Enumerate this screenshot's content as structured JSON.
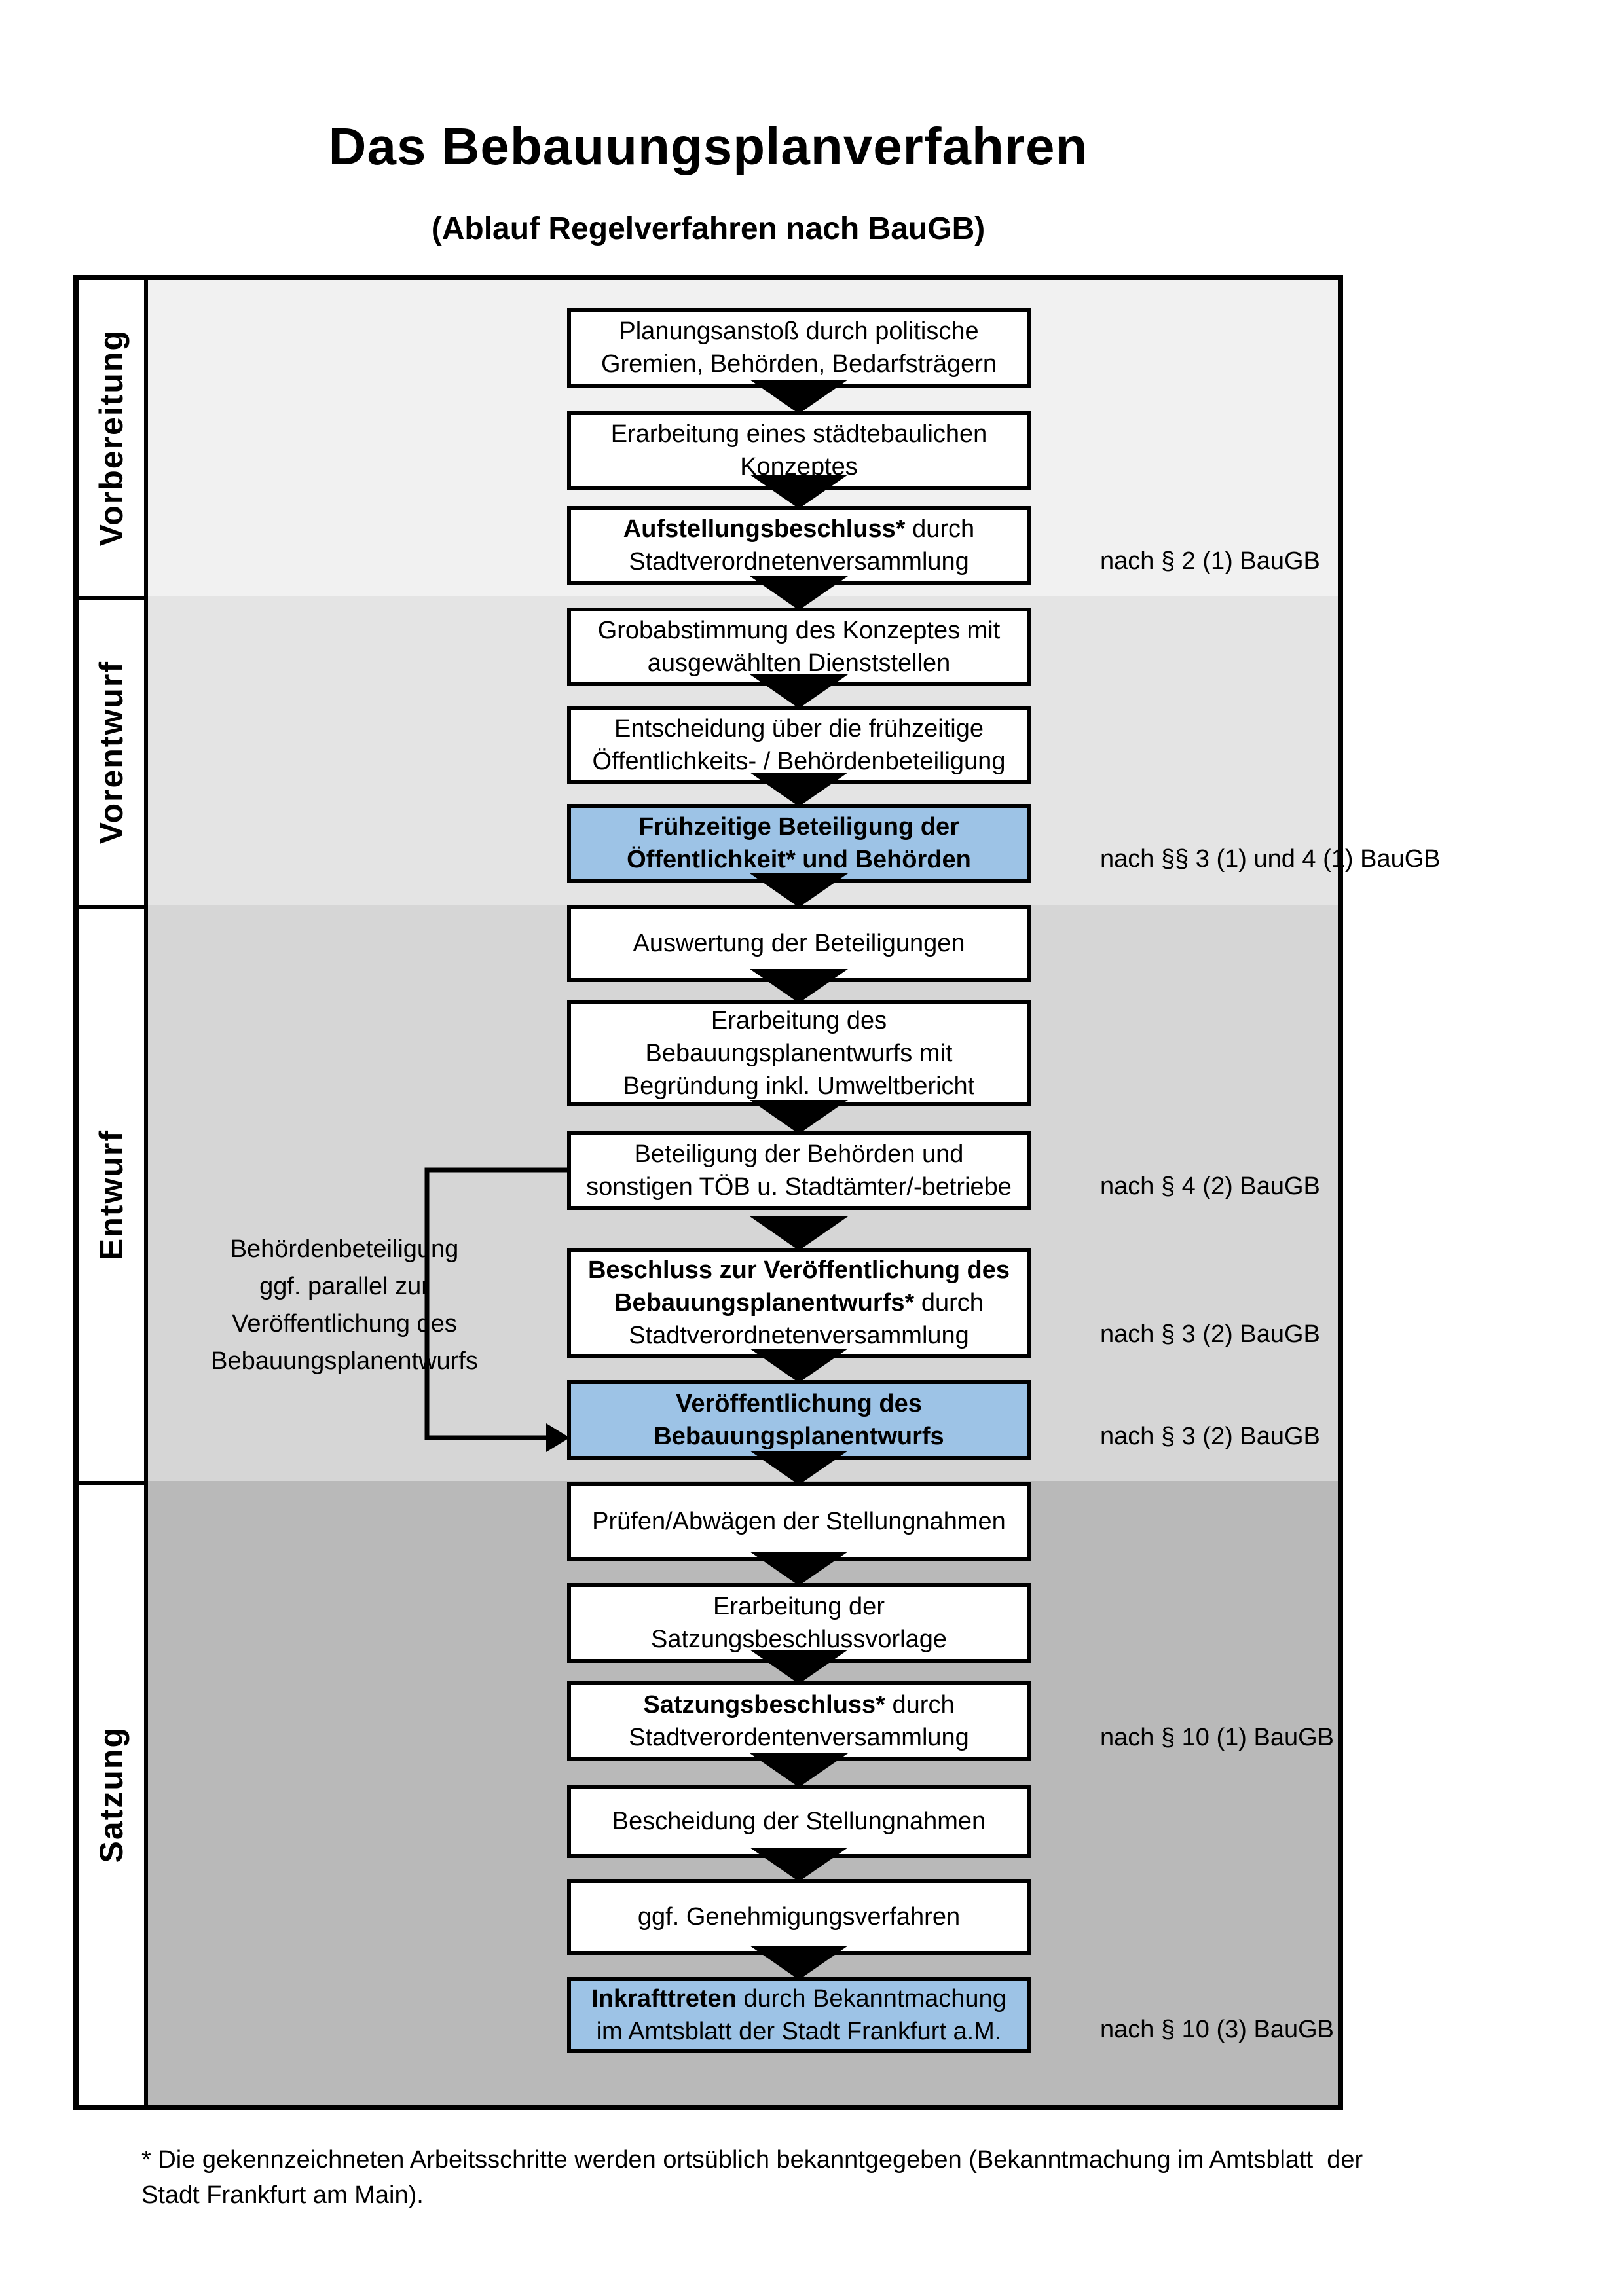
{
  "page": {
    "title": "Das Bebauungsplanverfahren",
    "subtitle": "(Ablauf Regelverfahren nach BauGB)",
    "footnote": "* Die gekennzeichneten Arbeitsschritte werden ortsüblich bekanntgegeben (Bekanntmachung im Amtsblatt  der Stadt Frankfurt am Main)."
  },
  "phases": [
    {
      "label": "Vorbereitung"
    },
    {
      "label": "Vorentwurf"
    },
    {
      "label": "Entwurf"
    },
    {
      "label": "Satzung"
    }
  ],
  "annotation": {
    "text": "Behördenbeteiligung\nggf. parallel zur\nVeröffentlichung des\nBebauungsplanentwurfs"
  },
  "steps": [
    {
      "lines": [
        [
          {
            "text": "Planungsanstoß durch politische",
            "bold": false
          }
        ],
        [
          {
            "text": "Gremien, Behörden, Bedarfsträgern",
            "bold": false
          }
        ]
      ],
      "highlight": false,
      "ref": null
    },
    {
      "lines": [
        [
          {
            "text": "Erarbeitung eines städtebaulichen",
            "bold": false
          }
        ],
        [
          {
            "text": "Konzeptes",
            "bold": false
          }
        ]
      ],
      "highlight": false,
      "ref": null
    },
    {
      "lines": [
        [
          {
            "text": "Aufstellungsbeschluss*",
            "bold": true
          },
          {
            "text": " durch",
            "bold": false
          }
        ],
        [
          {
            "text": "Stadtverordnetenversammlung",
            "bold": false
          }
        ]
      ],
      "highlight": false,
      "ref": "nach § 2 (1) BauGB"
    },
    {
      "lines": [
        [
          {
            "text": "Grobabstimmung des Konzeptes mit",
            "bold": false
          }
        ],
        [
          {
            "text": "ausgewählten Dienststellen",
            "bold": false
          }
        ]
      ],
      "highlight": false,
      "ref": null
    },
    {
      "lines": [
        [
          {
            "text": "Entscheidung über die frühzeitige",
            "bold": false
          }
        ],
        [
          {
            "text": "Öffentlichkeits- / Behördenbeteiligung",
            "bold": false
          }
        ]
      ],
      "highlight": false,
      "ref": null
    },
    {
      "lines": [
        [
          {
            "text": "Frühzeitige Beteiligung der",
            "bold": true
          }
        ],
        [
          {
            "text": "Öffentlichkeit* und Behörden",
            "bold": true
          }
        ]
      ],
      "highlight": true,
      "ref": "nach §§ 3 (1) und 4 (1) BauGB"
    },
    {
      "lines": [
        [
          {
            "text": "Auswertung der Beteiligungen",
            "bold": false
          }
        ]
      ],
      "highlight": false,
      "ref": null
    },
    {
      "lines": [
        [
          {
            "text": "Erarbeitung des",
            "bold": false
          }
        ],
        [
          {
            "text": "Bebauungsplanentwurfs mit",
            "bold": false
          }
        ],
        [
          {
            "text": "Begründung inkl. Umweltbericht",
            "bold": false
          }
        ]
      ],
      "highlight": false,
      "ref": null
    },
    {
      "lines": [
        [
          {
            "text": "Beteiligung der Behörden und",
            "bold": false
          }
        ],
        [
          {
            "text": "sonstigen TÖB u. Stadtämter/-betriebe",
            "bold": false
          }
        ]
      ],
      "highlight": false,
      "ref": "nach § 4 (2) BauGB"
    },
    {
      "lines": [
        [
          {
            "text": "Beschluss zur Veröffentlichung des",
            "bold": true
          }
        ],
        [
          {
            "text": "Bebauungsplanentwurfs*",
            "bold": true
          },
          {
            "text": " durch",
            "bold": false
          }
        ],
        [
          {
            "text": "Stadtverordnetenversammlung",
            "bold": false
          }
        ]
      ],
      "highlight": false,
      "ref": "nach § 3 (2) BauGB"
    },
    {
      "lines": [
        [
          {
            "text": "Veröffentlichung des",
            "bold": true
          }
        ],
        [
          {
            "text": "Bebauungsplanentwurfs",
            "bold": true
          }
        ]
      ],
      "highlight": true,
      "ref": "nach § 3 (2) BauGB"
    },
    {
      "lines": [
        [
          {
            "text": "Prüfen/Abwägen der Stellungnahmen",
            "bold": false
          }
        ]
      ],
      "highlight": false,
      "ref": null
    },
    {
      "lines": [
        [
          {
            "text": "Erarbeitung der",
            "bold": false
          }
        ],
        [
          {
            "text": "Satzungsbeschlussvorlage",
            "bold": false
          }
        ]
      ],
      "highlight": false,
      "ref": null
    },
    {
      "lines": [
        [
          {
            "text": "Satzungsbeschluss*",
            "bold": true
          },
          {
            "text": " durch",
            "bold": false
          }
        ],
        [
          {
            "text": "Stadtverordentenversammlung",
            "bold": false
          }
        ]
      ],
      "highlight": false,
      "ref": "nach § 10 (1) BauGB"
    },
    {
      "lines": [
        [
          {
            "text": "Bescheidung der Stellungnahmen",
            "bold": false
          }
        ]
      ],
      "highlight": false,
      "ref": null
    },
    {
      "lines": [
        [
          {
            "text": "ggf. Genehmigungsverfahren",
            "bold": false
          }
        ]
      ],
      "highlight": false,
      "ref": null
    },
    {
      "lines": [
        [
          {
            "text": "Inkrafttreten",
            "bold": true
          },
          {
            "text": " durch Bekanntmachung",
            "bold": false
          }
        ],
        [
          {
            "text": "im Amtsblatt der Stadt Frankfurt a.M.",
            "bold": false
          }
        ]
      ],
      "highlight": true,
      "ref": "nach § 10 (3) BauGB"
    }
  ],
  "colors": {
    "highlight": "#9dc3e6",
    "phase_backgrounds": [
      "#f1f1f1",
      "#e4e4e4",
      "#d6d6d6",
      "#b9b9b9"
    ],
    "box_border": "#000000",
    "arrow": "#000000"
  }
}
